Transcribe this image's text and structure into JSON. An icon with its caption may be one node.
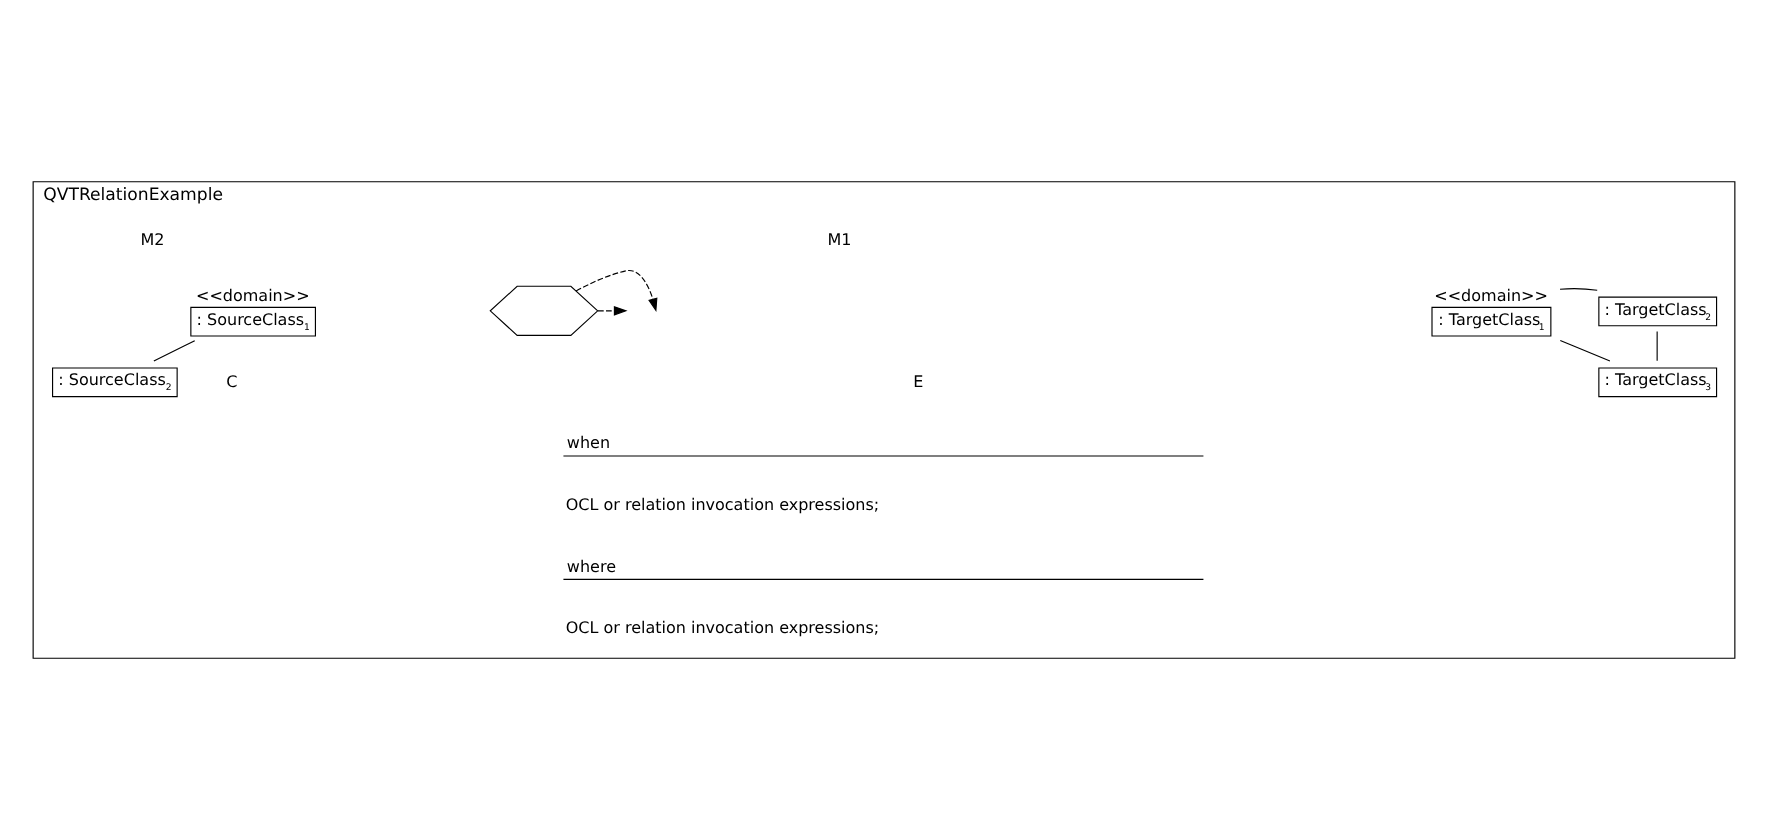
{
  "diagram": {
    "nodes": [
      {
        "text": [
          "QVTRelationExample"
        ]
      },
      {
        "text": [
          ": SourceClass$_{1}$"
        ],
        "beside": [
          "<<domain>>"
        ],
        "in": 0
      },
      {
        "text": [
          ": SourceClass$_{2}$"
        ],
        "in": 0
      },
      {
        "text": [],
        "shape": "hexagon",
        "in": 0
      },
      {
        "text": [
          ": TargetClass$_{1}$"
        ],
        "beside": [
          "<<domain>>"
        ],
        "in": 0
      },
      {
        "text": [
          ": TargetClass$_{2}$"
        ],
        "in": 0
      },
      {
        "text": [
          ": TargetClass$_{3}$"
        ],
        "in": 0
      }
    ],
    "edges": [
      {
        "from": 1,
        "to": 2,
        "arrow": "none"
      },
      {
        "from": 3,
        "to": null,
        "arrow": "to",
        "style": "dashed"
      },
      {
        "from": 3,
        "to": null,
        "arrow": "to",
        "style": "dashed"
      },
      {
        "from": 4,
        "to": 5,
        "arrow": "none"
      },
      {
        "from": 4,
        "to": 6,
        "arrow": "none"
      },
      {
        "from": 5,
        "to": 6,
        "arrow": "none"
      }
    ],
    "labels": [
      "M1",
      "C",
      "M2",
      "E",
      "when",
      "OCL or relation invocation expressions;",
      "where",
      "OCL or relation invocation expressions;"
    ]
  }
}
